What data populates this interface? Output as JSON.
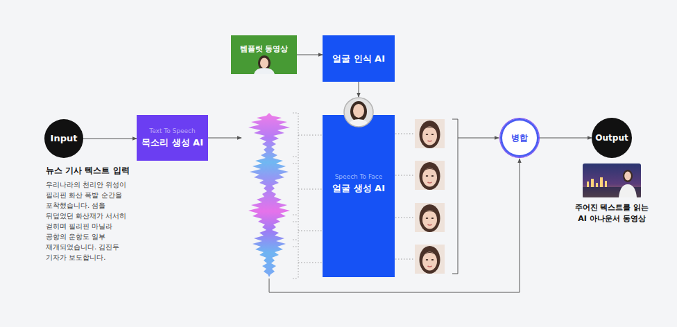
{
  "diagram": {
    "nodes": [
      {
        "text": [
          "Input"
        ]
      },
      {
        "text": [
          "Text To Speech",
          "목소리 생성 AI"
        ]
      },
      {
        "text": [
          "템플릿 동영상"
        ]
      },
      {
        "text": [
          "얼굴 인식 AI"
        ]
      },
      {
        "text": [
          "Speech To Face",
          "얼굴 생성 AI"
        ]
      },
      {
        "text": [
          "병합"
        ]
      },
      {
        "text": [
          "Output"
        ]
      }
    ],
    "edges": [
      {
        "from": 0,
        "to": 1,
        "arrow": "to"
      },
      {
        "from": 2,
        "to": 3,
        "arrow": "to"
      },
      {
        "from": 3,
        "to": 4,
        "arrow": "to"
      },
      {
        "from": 5,
        "to": 6,
        "arrow": "to"
      }
    ],
    "labels": [
      "뉴스 기사 텍스트 입력",
      "우리나라의 천리안 위성이 필리핀 화산 폭발 순간을 포착했습니다. 섬을 뒤덮었던 화산재가 서서히 걷히며 필리핀 마닐라 공항의 운항도 일부 재개되었습니다. 김진두 기자가 보도합니다.",
      "주어진 텍스트를 읽는 AI 아나운서 동영상"
    ]
  }
}
